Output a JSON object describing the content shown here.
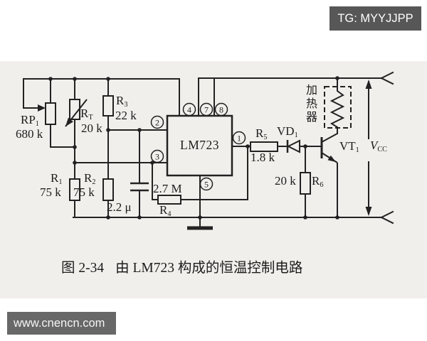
{
  "watermarks": {
    "telegram": "TG: MYYJJPP",
    "site": "www.cnencn.com"
  },
  "caption": {
    "figure": "图 2-34",
    "title": "由 LM723 构成的恒温控制电路"
  },
  "ic": {
    "label": "LM723",
    "pins": {
      "p1": "1",
      "p2": "2",
      "p3": "3",
      "p4": "4",
      "p5": "5",
      "p7": "7",
      "p8": "8"
    }
  },
  "components": {
    "rp1": {
      "ref": "RP",
      "sub": "1",
      "value": "680 k"
    },
    "rt": {
      "ref": "R",
      "sub": "T",
      "value": "20 k"
    },
    "r3": {
      "ref": "R",
      "sub": "3",
      "value": "22 k"
    },
    "r1": {
      "ref": "R",
      "sub": "1",
      "value": "75 k"
    },
    "r2": {
      "ref": "R",
      "sub": "2",
      "value": "75 k"
    },
    "c1": {
      "value": "2.2 μ"
    },
    "r4": {
      "ref": "R",
      "sub": "4",
      "value": "2.7 M"
    },
    "r5": {
      "ref": "R",
      "sub": "5",
      "value": "1.8 k"
    },
    "vd1": {
      "ref": "VD",
      "sub": "1"
    },
    "vt1": {
      "ref": "VT",
      "sub": "1"
    },
    "r6": {
      "ref": "R",
      "sub": "6",
      "value": "20 k"
    },
    "heater": {
      "label": "加热器"
    },
    "vcc": {
      "ref": "V",
      "sub": "CC"
    }
  },
  "colors": {
    "ink": "#222222",
    "photo_bg": "#f1efec",
    "watermark_bg": "#575757",
    "page_bg": "#ffffff"
  }
}
